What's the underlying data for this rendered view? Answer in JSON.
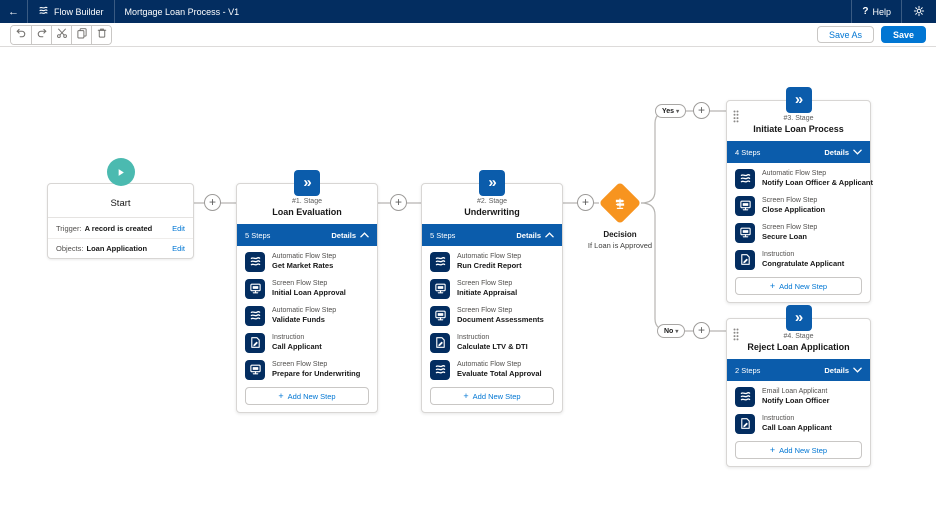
{
  "navbar": {
    "product_label": "Flow Builder",
    "document_title": "Mortgage Loan Process - V1",
    "help_icon": "?",
    "help_label": "Help"
  },
  "toolbar": {
    "icons": [
      {
        "name": "undo"
      },
      {
        "name": "redo"
      },
      {
        "name": "cut"
      },
      {
        "name": "copy"
      },
      {
        "name": "delete"
      }
    ],
    "save_as_label": "Save As",
    "save_label": "Save"
  },
  "start": {
    "title": "Start",
    "rows": [
      {
        "label": "Trigger:",
        "value": "A record is created",
        "action_label": "Edit"
      },
      {
        "label": "Objects:",
        "value": "Loan Application",
        "action_label": "Edit"
      }
    ]
  },
  "decision": {
    "title": "Decision",
    "subtitle": "If Loan is Approved",
    "yes_label": "Yes",
    "no_label": "No"
  },
  "stages": [
    {
      "number_label": "#1. Stage",
      "title": "Loan Evaluation",
      "steps_count_label": "5 Steps",
      "details_label": "Details",
      "details_chevron": "up",
      "has_drag_handle": false,
      "add_step_label": "Add New Step",
      "steps": [
        {
          "icon": "flow",
          "type": "Automatic Flow Step",
          "name": "Get Market Rates"
        },
        {
          "icon": "screen",
          "type": "Screen Flow Step",
          "name": "Initial Loan Approval"
        },
        {
          "icon": "flow",
          "type": "Automatic Flow Step",
          "name": "Validate Funds"
        },
        {
          "icon": "instruction",
          "type": "Instruction",
          "name": "Call Applicant"
        },
        {
          "icon": "screen",
          "type": "Screen Flow Step",
          "name": "Prepare for Underwriting"
        }
      ]
    },
    {
      "number_label": "#2. Stage",
      "title": "Underwriting",
      "steps_count_label": "5 Steps",
      "details_label": "Details",
      "details_chevron": "up",
      "has_drag_handle": false,
      "add_step_label": "Add New Step",
      "steps": [
        {
          "icon": "flow",
          "type": "Automatic Flow Step",
          "name": "Run Credit Report"
        },
        {
          "icon": "screen",
          "type": "Screen Flow Step",
          "name": "Initiate Appraisal"
        },
        {
          "icon": "screen",
          "type": "Screen Flow Step",
          "name": "Document Assessments"
        },
        {
          "icon": "instruction",
          "type": "Instruction",
          "name": "Calculate LTV & DTI"
        },
        {
          "icon": "flow",
          "type": "Automatic Flow Step",
          "name": "Evaluate Total Approval"
        }
      ]
    },
    {
      "number_label": "#3. Stage",
      "title": "Initiate Loan Process",
      "steps_count_label": "4 Steps",
      "details_label": "Details",
      "details_chevron": "down",
      "has_drag_handle": true,
      "add_step_label": "Add New Step",
      "steps": [
        {
          "icon": "flow",
          "type": "Automatic Flow Step",
          "name": "Notify Loan Officer & Applicant"
        },
        {
          "icon": "screen",
          "type": "Screen Flow Step",
          "name": "Close Application"
        },
        {
          "icon": "screen",
          "type": "Screen Flow Step",
          "name": "Secure Loan"
        },
        {
          "icon": "instruction",
          "type": "Instruction",
          "name": "Congratulate Applicant"
        }
      ]
    },
    {
      "number_label": "#4. Stage",
      "title": "Reject Loan Application",
      "steps_count_label": "2 Steps",
      "details_label": "Details",
      "details_chevron": "down",
      "has_drag_handle": true,
      "add_step_label": "Add New Step",
      "steps": [
        {
          "icon": "flow",
          "type": "Email Loan Applicant",
          "name": "Notify Loan Officer"
        },
        {
          "icon": "instruction",
          "type": "Instruction",
          "name": "Call Loan Applicant"
        }
      ]
    }
  ],
  "colors": {
    "navbar_bg": "#032d60",
    "brand_blue": "#0176d3",
    "stage_bar_blue": "#0b5cab",
    "step_icon_navy": "#032d60",
    "start_teal": "#4bbab0",
    "decision_orange": "#f7941f",
    "connector_gray": "#b7b5b2"
  }
}
